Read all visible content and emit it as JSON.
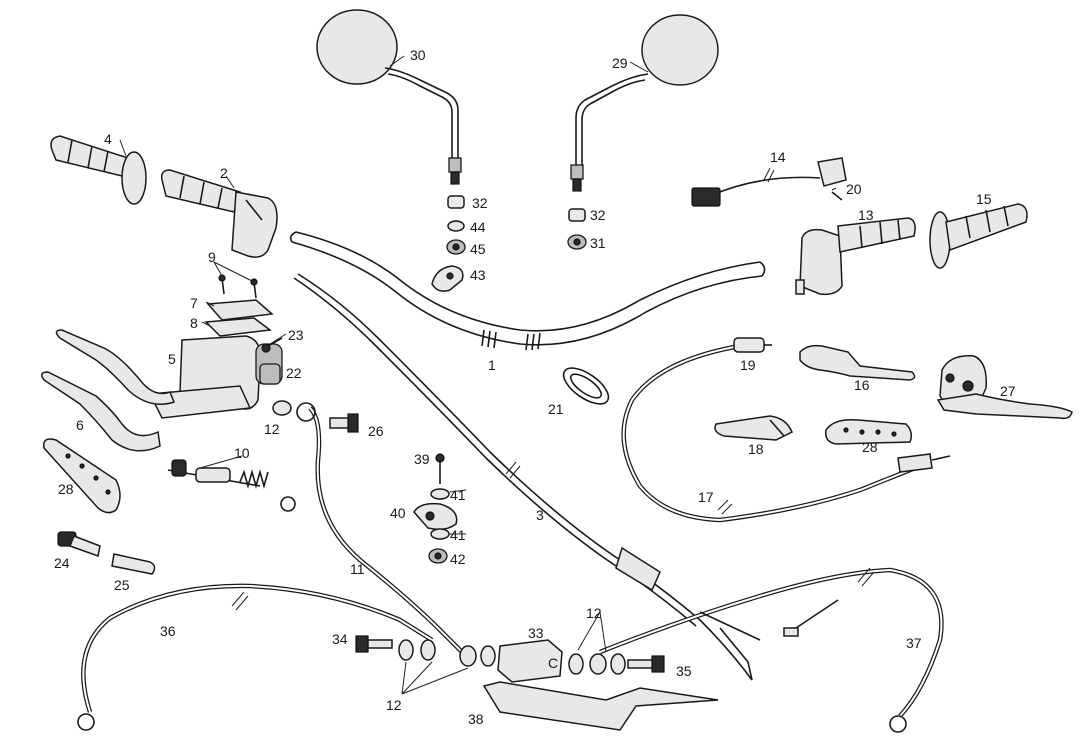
{
  "labels": {
    "p1": "1",
    "p2": "2",
    "p3": "3",
    "p4": "4",
    "p5": "5",
    "p6": "6",
    "p7": "7",
    "p8": "8",
    "p9": "9",
    "p10": "10",
    "p11": "11",
    "p12a": "12",
    "p12b": "12",
    "p12c": "12",
    "p13": "13",
    "p14": "14",
    "p15": "15",
    "p16": "16",
    "p17": "17",
    "p18": "18",
    "p19": "19",
    "p20": "20",
    "p21": "21",
    "p22": "22",
    "p23": "23",
    "p24": "24",
    "p25": "25",
    "p26": "26",
    "p27": "27",
    "p28a": "28",
    "p28b": "28",
    "p29": "29",
    "p30": "30",
    "p31": "31",
    "p32a": "32",
    "p32b": "32",
    "p33": "33",
    "p34": "34",
    "p35": "35",
    "p36": "36",
    "p37": "37",
    "p38": "38",
    "p39": "39",
    "p40": "40",
    "p41a": "41",
    "p41b": "41",
    "p42": "42",
    "p43": "43",
    "p44": "44",
    "p45": "45"
  },
  "spacer_mark": "C",
  "colors": {
    "ink": "#1a1a1a",
    "fill": "#e8e8e8",
    "shade": "#bdbdbd"
  }
}
